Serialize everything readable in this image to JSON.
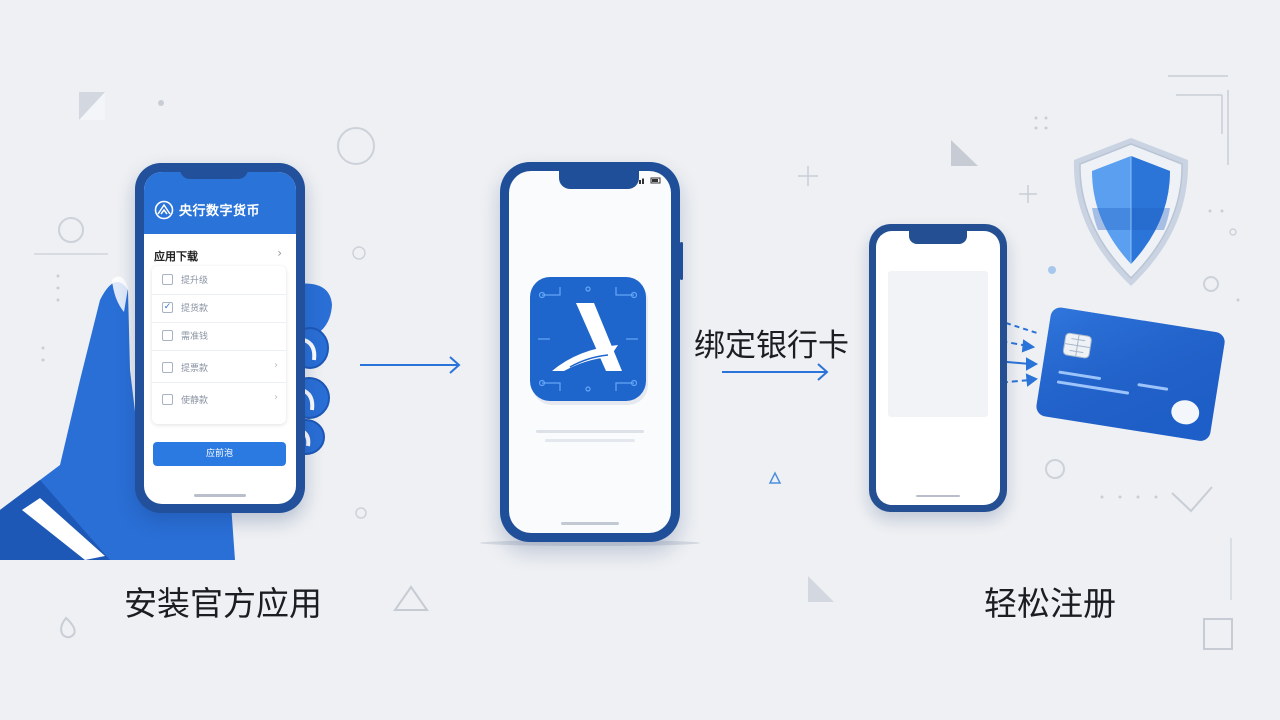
{
  "steps": [
    {
      "caption": "安装官方应用",
      "phone": {
        "app_title": "央行数字货币",
        "section_title": "应用下载",
        "list_items": [
          {
            "label": "提升级",
            "checked": false
          },
          {
            "label": "提货款",
            "checked": true
          },
          {
            "label": "需准钱",
            "checked": false
          },
          {
            "label": "提票款",
            "checked": false
          },
          {
            "label": "使静款",
            "checked": false
          }
        ],
        "button_label": "应前泡"
      }
    },
    {
      "caption": "绑定银行卡"
    },
    {
      "caption": "轻松注册"
    }
  ],
  "colors": {
    "background": "#eef0f3",
    "accent": "#2a73d8",
    "phone_frame": "#22509a"
  },
  "icons": [
    "yuan-logo-icon",
    "app-logo-icon",
    "shield-icon",
    "bank-card-icon",
    "hand-icon",
    "arrow-right-icon"
  ]
}
